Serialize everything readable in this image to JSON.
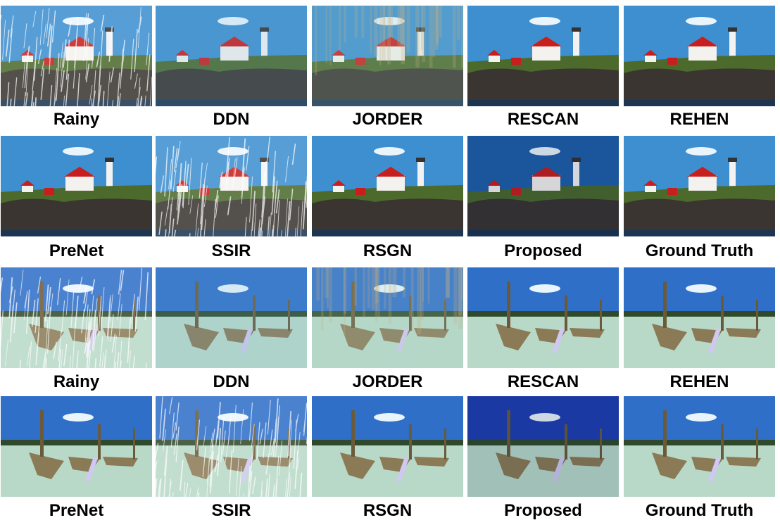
{
  "figure": {
    "rows": [
      {
        "scene": "lighthouse",
        "panels": [
          {
            "label": "Rainy",
            "variant": "rainy"
          },
          {
            "label": "DDN",
            "variant": "hazy"
          },
          {
            "label": "JORDER",
            "variant": "streaky"
          },
          {
            "label": "RESCAN",
            "variant": "clean"
          },
          {
            "label": "REHEN",
            "variant": "clean"
          }
        ]
      },
      {
        "scene": "lighthouse",
        "panels": [
          {
            "label": "PreNet",
            "variant": "clean"
          },
          {
            "label": "SSIR",
            "variant": "rainy"
          },
          {
            "label": "RSGN",
            "variant": "clean"
          },
          {
            "label": "Proposed",
            "variant": "dark"
          },
          {
            "label": "Ground Truth",
            "variant": "clean"
          }
        ]
      },
      {
        "scene": "boats",
        "panels": [
          {
            "label": "Rainy",
            "variant": "rainy"
          },
          {
            "label": "DDN",
            "variant": "hazy"
          },
          {
            "label": "JORDER",
            "variant": "streaky"
          },
          {
            "label": "RESCAN",
            "variant": "clean"
          },
          {
            "label": "REHEN",
            "variant": "clean"
          }
        ]
      },
      {
        "scene": "boats",
        "panels": [
          {
            "label": "PreNet",
            "variant": "clean"
          },
          {
            "label": "SSIR",
            "variant": "rainy"
          },
          {
            "label": "RSGN",
            "variant": "clean"
          },
          {
            "label": "Proposed",
            "variant": "dark"
          },
          {
            "label": "Ground Truth",
            "variant": "clean"
          }
        ]
      }
    ],
    "colors": {
      "sky": "#3d8fd0",
      "cloud": "#eaf4fb",
      "rock": "#3a3530",
      "grass": "#4b6a2c",
      "roof": "#c81e1e",
      "house": "#f4f2ee",
      "water": "#b8d9c8",
      "boat": "#8a7a55",
      "rain": "#ffffff"
    }
  }
}
